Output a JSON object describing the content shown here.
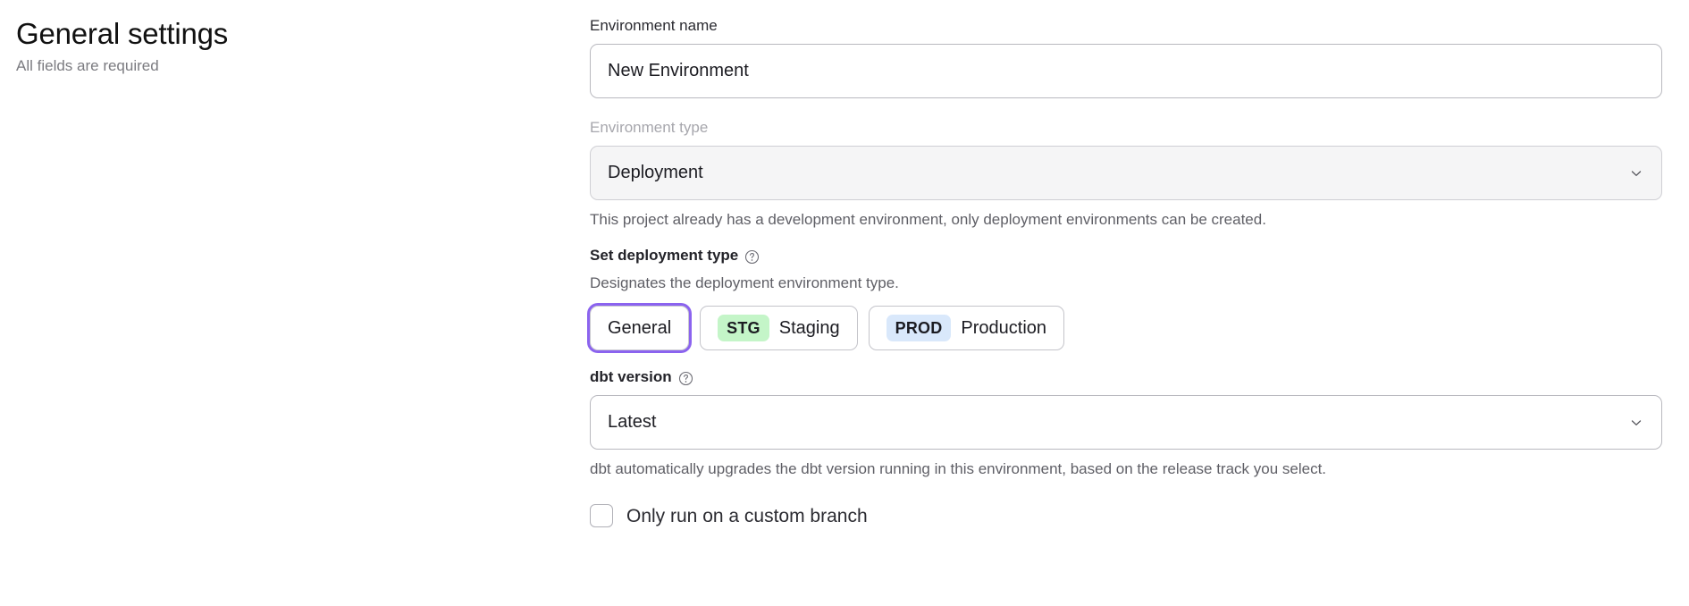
{
  "left": {
    "title": "General settings",
    "subtitle": "All fields are required"
  },
  "form": {
    "environment_name": {
      "label": "Environment name",
      "value": "New Environment",
      "placeholder": "Environment name"
    },
    "environment_type": {
      "label": "Environment type",
      "value": "Deployment",
      "chevron_icon": "chevron-down-icon",
      "helper": "This project already has a development environment, only deployment environments can be created.",
      "disabled": true
    },
    "deployment_type": {
      "label": "Set deployment type",
      "help_icon": "question-circle-icon",
      "description": "Designates the deployment environment type.",
      "options": [
        {
          "label": "General",
          "badge": "",
          "badge_kind": "",
          "selected": true
        },
        {
          "label": "Staging",
          "badge": "STG",
          "badge_kind": "stg",
          "selected": false
        },
        {
          "label": "Production",
          "badge": "PROD",
          "badge_kind": "prod",
          "selected": false
        }
      ]
    },
    "dbt_version": {
      "label": "dbt version",
      "help_icon": "question-circle-icon",
      "value": "Latest",
      "chevron_icon": "chevron-down-icon",
      "helper": "dbt automatically upgrades the dbt version running in this environment, based on the release track you select."
    },
    "custom_branch": {
      "label": "Only run on a custom branch",
      "checked": false
    }
  },
  "colors": {
    "focus_ring": "#8b63ef",
    "stg_badge": "#c4f5c8",
    "prod_badge": "#d9e8fb",
    "disabled_bg": "#f5f5f6"
  }
}
